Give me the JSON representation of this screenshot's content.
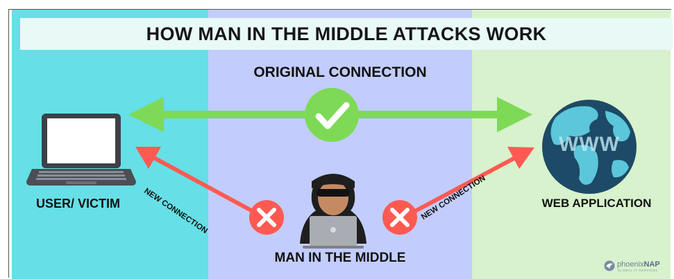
{
  "title": "HOW MAN IN THE MIDDLE ATTACKS WORK",
  "labels": {
    "original_connection": "ORIGINAL CONNECTION",
    "user": "USER/ VICTIM",
    "web_app": "WEB APPLICATION",
    "mitm": "MAN IN THE MIDDLE",
    "new_connection_left": "NEW CONNECTION",
    "new_connection_right": "NEW CONNECTION"
  },
  "globe_text": "WWW",
  "brand": {
    "name_prefix": "phoenix",
    "name_suffix": "NAP",
    "tagline": "GLOBAL IT SERVICES"
  },
  "icons": {
    "check": "check-circle-icon",
    "blocked": "x-circle-icon",
    "laptop": "laptop-icon",
    "globe": "globe-icon",
    "hacker": "hacker-icon"
  },
  "colors": {
    "panel_left": "#66dfe6",
    "panel_mid": "#c2cdfd",
    "panel_right": "#d7f2cc",
    "green": "#7ed957",
    "red": "#ff5a52",
    "dark": "#1d1d1d"
  }
}
